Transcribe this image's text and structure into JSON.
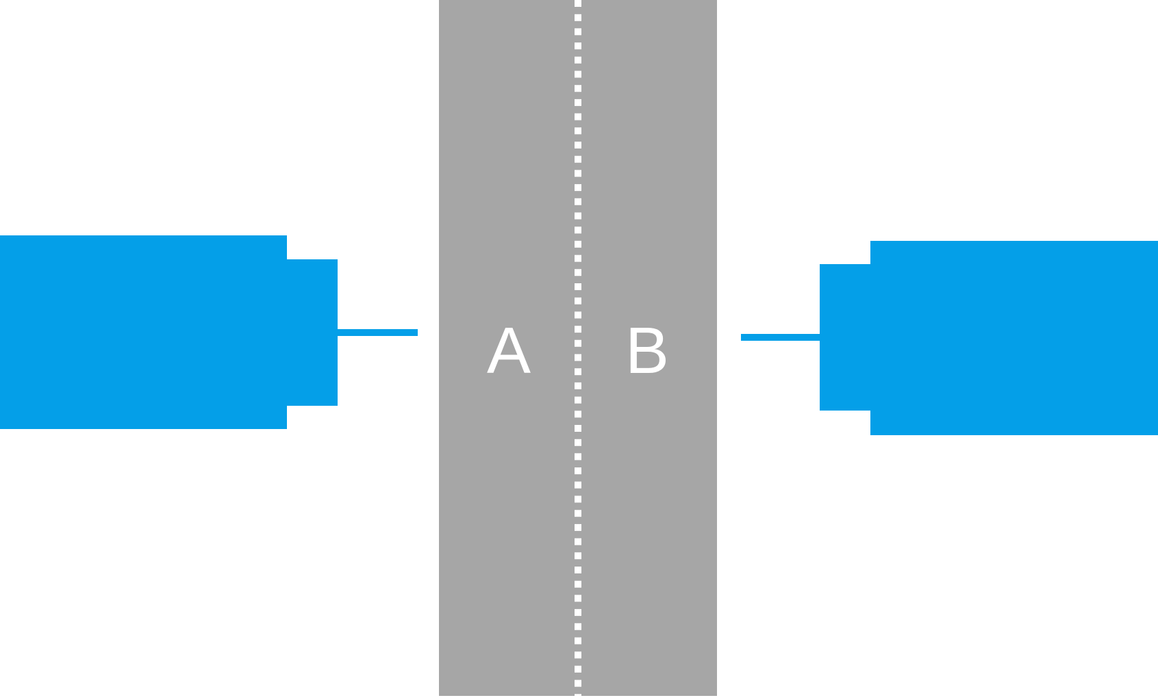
{
  "colors": {
    "background": "#ffffff",
    "connector_blue": "#049fe8",
    "center_panel_gray": "#a6a6a6",
    "divider_white": "#ffffff",
    "label_white": "#ffffff"
  },
  "left_connector": {
    "icon": "plug-connector-icon",
    "direction": "points-right"
  },
  "right_connector": {
    "icon": "plug-connector-icon",
    "direction": "points-left"
  },
  "center_panel": {
    "divider_style": "dotted",
    "side_a_label": "A",
    "side_b_label": "B"
  }
}
